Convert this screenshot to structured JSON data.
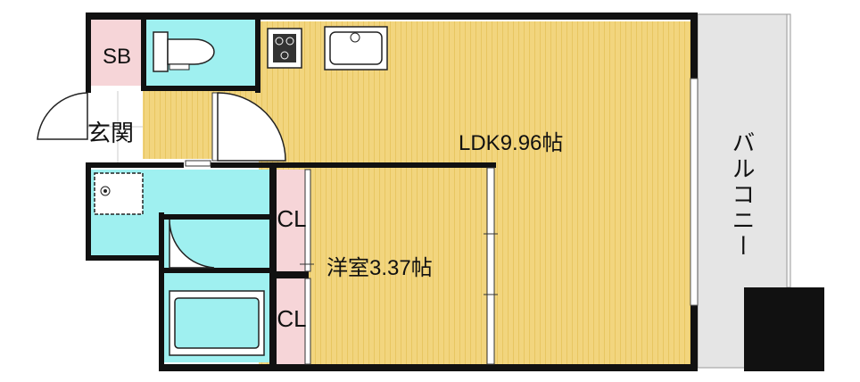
{
  "rooms": {
    "ldk": "LDK9.96帖",
    "western": "洋室3.37帖",
    "sb": "SB",
    "entrance": "玄関",
    "closet_upper": "CL",
    "closet_lower": "CL",
    "balcony": "バルコニー"
  },
  "colors": {
    "wall": "#111111",
    "floor_wood": "#f2d57e",
    "floor_stripe": "#e8c661",
    "wet_area": "#9ff0f0",
    "closet": "#f6d5d8",
    "balcony": "#e5e5e5",
    "entrance_floor": "#ffffff"
  }
}
